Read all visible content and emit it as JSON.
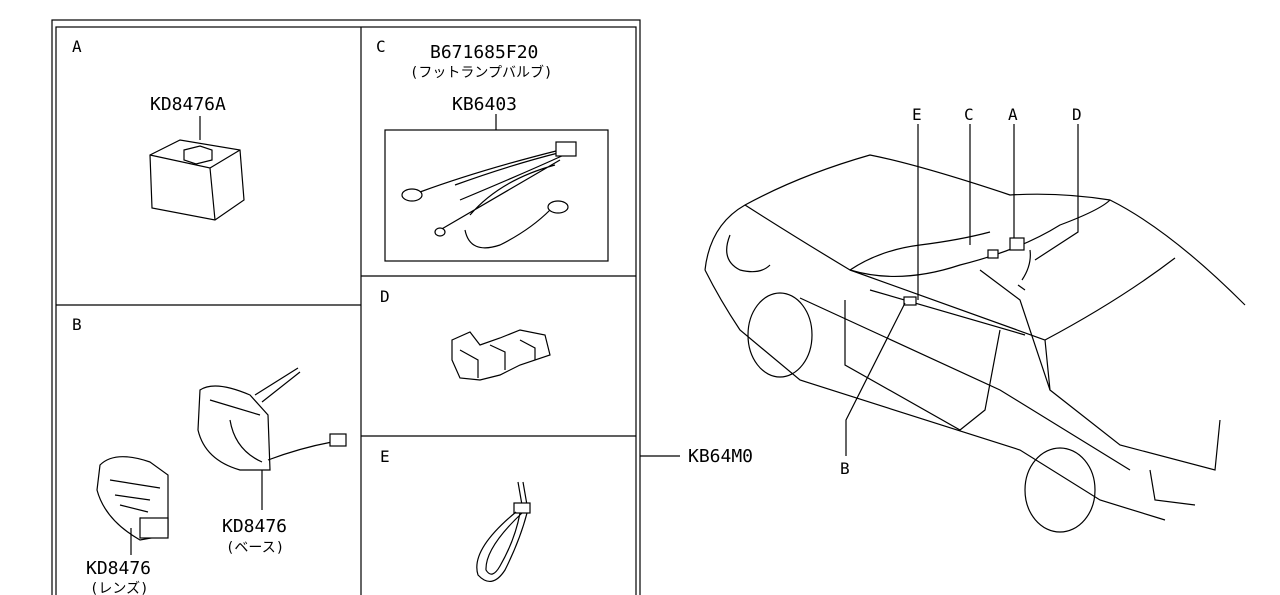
{
  "sections": {
    "a": {
      "letter": "A",
      "part": "KD8476A"
    },
    "b": {
      "letter": "B",
      "part_base": "KD8476",
      "base_note": "(ベース)",
      "part_lens": "KD8476",
      "lens_note": "(レンズ)"
    },
    "c": {
      "letter": "C",
      "bulb_part": "B671685F20",
      "bulb_note": "(フットランプバルブ)",
      "part": "KB6403"
    },
    "d": {
      "letter": "D"
    },
    "e": {
      "letter": "E"
    }
  },
  "assembly_part": "KB64M0",
  "car_callouts": {
    "e": "E",
    "c": "C",
    "a": "A",
    "d": "D",
    "b": "B"
  }
}
